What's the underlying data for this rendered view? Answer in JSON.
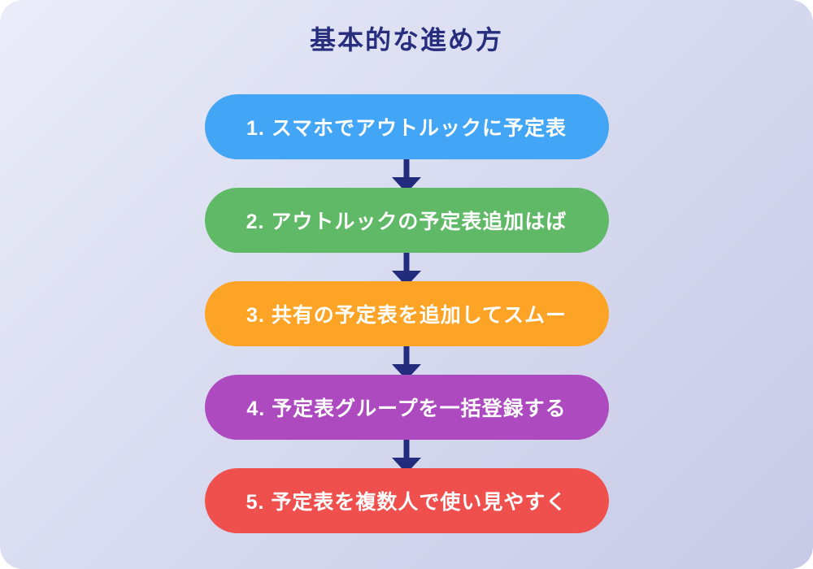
{
  "title": {
    "text": "基本的な進め方",
    "color": "#272e7e"
  },
  "flow": {
    "steps": [
      {
        "label": "1. スマホでアウトルックに予定表",
        "color": "#42a5f5"
      },
      {
        "label": "2. アウトルックの予定表追加はば",
        "color": "#5fb966"
      },
      {
        "label": "3. 共有の予定表を追加してスムー",
        "color": "#fda426"
      },
      {
        "label": "4. 予定表グループを一括登録する",
        "color": "#ad4abf"
      },
      {
        "label": "5. 予定表を複数人で使い見やすく",
        "color": "#ef504d"
      }
    ],
    "connector": {
      "direction": "down",
      "color": "#232c7c"
    }
  }
}
